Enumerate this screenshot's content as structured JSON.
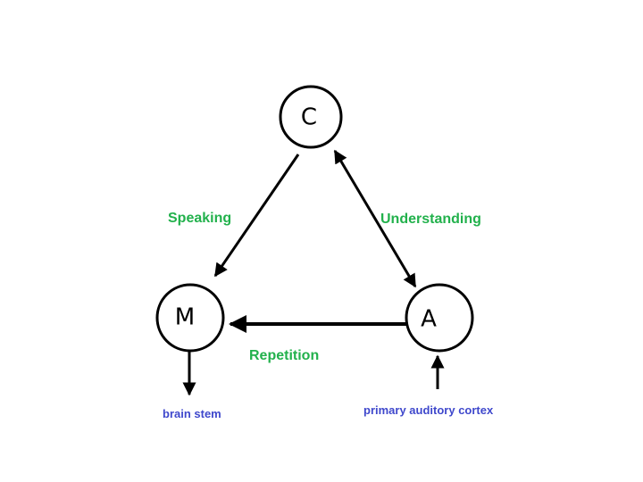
{
  "nodes": {
    "c": {
      "label": "C"
    },
    "m": {
      "label": "M"
    },
    "a": {
      "label": "A"
    }
  },
  "edges": {
    "speaking": {
      "label": "Speaking"
    },
    "understanding": {
      "label": "Understanding"
    },
    "repetition": {
      "label": "Repetition"
    }
  },
  "io": {
    "output": {
      "label": "brain stem"
    },
    "input": {
      "label": "primary auditory cortex"
    }
  },
  "colors": {
    "edge_label": "#22b14c",
    "io_label": "#3f48cc",
    "stroke": "#000000"
  }
}
